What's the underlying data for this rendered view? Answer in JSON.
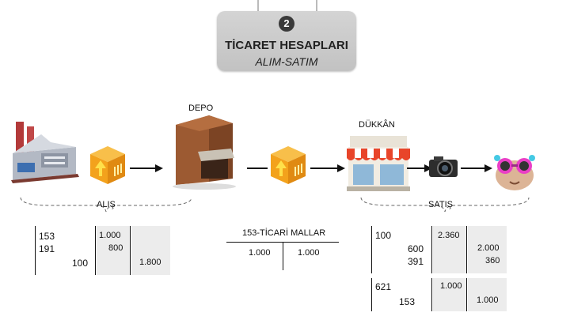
{
  "header": {
    "number": "2",
    "title": "TİCARET HESAPLARI",
    "subtitle": "ALIM-SATIM"
  },
  "icons": {
    "factory": "factory-icon",
    "box": "box-arrow-icon",
    "warehouse": "warehouse-icon",
    "shop": "shop-icon",
    "camera": "camera-icon",
    "customer": "customer-icon"
  },
  "labels": {
    "depo": "DEPO",
    "dukkan": "DÜKKÂN",
    "alis": "ALIŞ",
    "satis": "SATIŞ"
  },
  "alis_table": {
    "acc1": "153",
    "acc2": "191",
    "acc3": "100",
    "v1": "1.000",
    "v2": "800",
    "v3": "1.800"
  },
  "t_account": {
    "title": "153-TİCARİ MALLAR",
    "debit": "1.000",
    "credit": "1.000"
  },
  "satis_table1": {
    "acc1": "100",
    "v1": "2.360",
    "acc2": "600",
    "acc3": "391",
    "v2": "2.000",
    "v3": "360"
  },
  "satis_table2": {
    "acc1": "621",
    "acc2": "153",
    "v1": "1.000",
    "v2": "1.000"
  },
  "colors": {
    "sign_bg": "#cbcbcb",
    "box_orange": "#f3a21c",
    "arrow_yellow": "#ffe04a",
    "awning_red": "#e8452a"
  }
}
